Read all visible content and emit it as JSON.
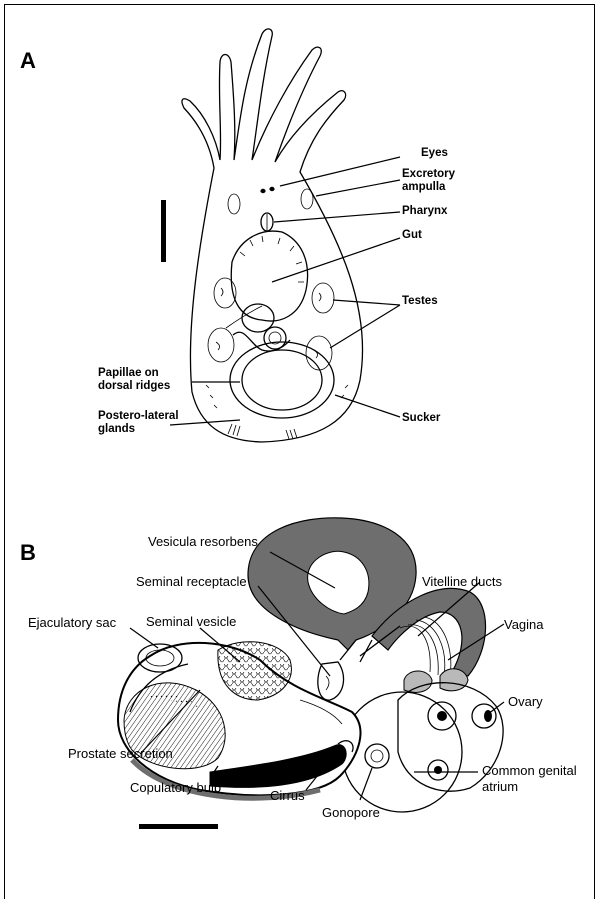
{
  "panels": {
    "a": {
      "letter": "A",
      "labels": {
        "eyes": "Eyes",
        "excretory_1": "Excretory",
        "excretory_2": "ampulla",
        "pharynx": "Pharynx",
        "gut": "Gut",
        "testes": "Testes",
        "papillae_1": "Papillae on",
        "papillae_2": "dorsal ridges",
        "postero_1": "Postero-lateral",
        "postero_2": "glands",
        "sucker": "Sucker"
      }
    },
    "b": {
      "letter": "B",
      "labels": {
        "vesicula_resorbens": "Vesicula resorbens",
        "seminal_receptacle": "Seminal receptacle",
        "vitelline_ducts": "Vitelline ducts",
        "ejaculatory_sac": "Ejaculatory sac",
        "seminal_vesicle": "Seminal vesicle",
        "vagina": "Vagina",
        "ovary": "Ovary",
        "prostate_secretion": "Prostate secretion",
        "copulatory_bulb": "Copulatory bulb",
        "cirrus": "Cirrus",
        "gonopore": "Gonopore",
        "common_genital_1": "Common genital",
        "common_genital_2": "atrium"
      }
    }
  },
  "colors": {
    "ink": "#000000",
    "dark_gray": "#6e6e6e",
    "light_gray": "#b9b9b9",
    "background": "#ffffff"
  }
}
